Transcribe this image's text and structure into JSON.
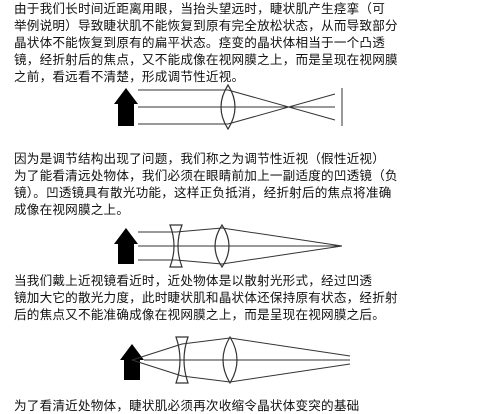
{
  "paragraphs": [
    {
      "lines": [
        "    由于我们长时间近距离用眼，当抬头望远时，睫状肌产生痉挛（可",
        "举例说明）导致睫状肌不能恢复到原有完全放松状态，从而导致部分",
        "晶状体不能恢复到原有的扁平状态。痉变的晶状体相当于一个凸透",
        "镜，经折射后的焦点，又不能成像在视网膜之上，而是呈现在视网膜",
        "之前，看远看不清楚，形成调节性近视。"
      ]
    },
    {
      "lines": [
        "    因为是调节结构出现了问题，我们称之为调节性近视（假性近视）",
        "为了能看清远处物体，我们必须在眼睛前加上一副适度的凹透镜（负",
        "镜）。凹透镜具有散光功能，这样正负抵消，经折射后的焦点将准确",
        "成像在视网膜之上。"
      ]
    },
    {
      "lines": [
        "    当我们戴上近视镜看近时，近处物体是以散射光形式，经过凹透",
        "镜加大它的散光力度，此时睫状肌和晶状体还保持原有状态，经折射",
        "后的焦点又不能准确成像在视网膜之上，而是呈现在视网膜之后。"
      ]
    },
    {
      "lines": [
        "    为了看清近处物体，睫状肌必须再次收缩令晶状体变突的基础"
      ]
    }
  ],
  "colors": {
    "text": "#111111",
    "line": "#333333",
    "arrow": "#000000"
  }
}
